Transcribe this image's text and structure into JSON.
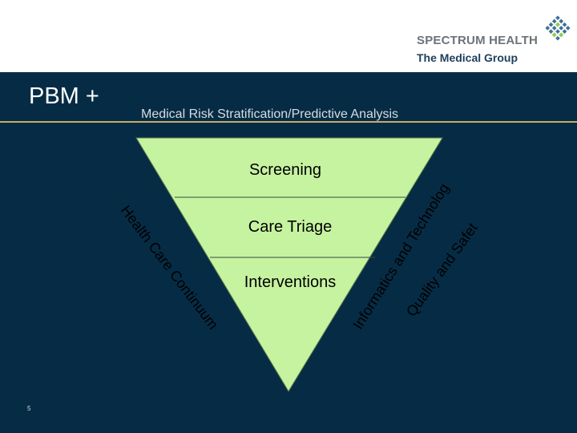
{
  "header": {
    "logo": {
      "name": "SPECTRUM HEALTH",
      "sub": "The Medical Group",
      "icon": "diamond-grid-logo-icon"
    }
  },
  "slide": {
    "title": "PBM +",
    "subtitle": "Medical Risk Stratification/Predictive Analysis",
    "page_number": "5"
  },
  "funnel": {
    "fill_color": "#c6f3a0",
    "layers": [
      "Screening",
      "Care Triage",
      "Interventions"
    ],
    "left_label": "Health Care Continuum",
    "right_inner_label": "Informatics and Technology",
    "right_outer_label": "Quality and Safety"
  }
}
